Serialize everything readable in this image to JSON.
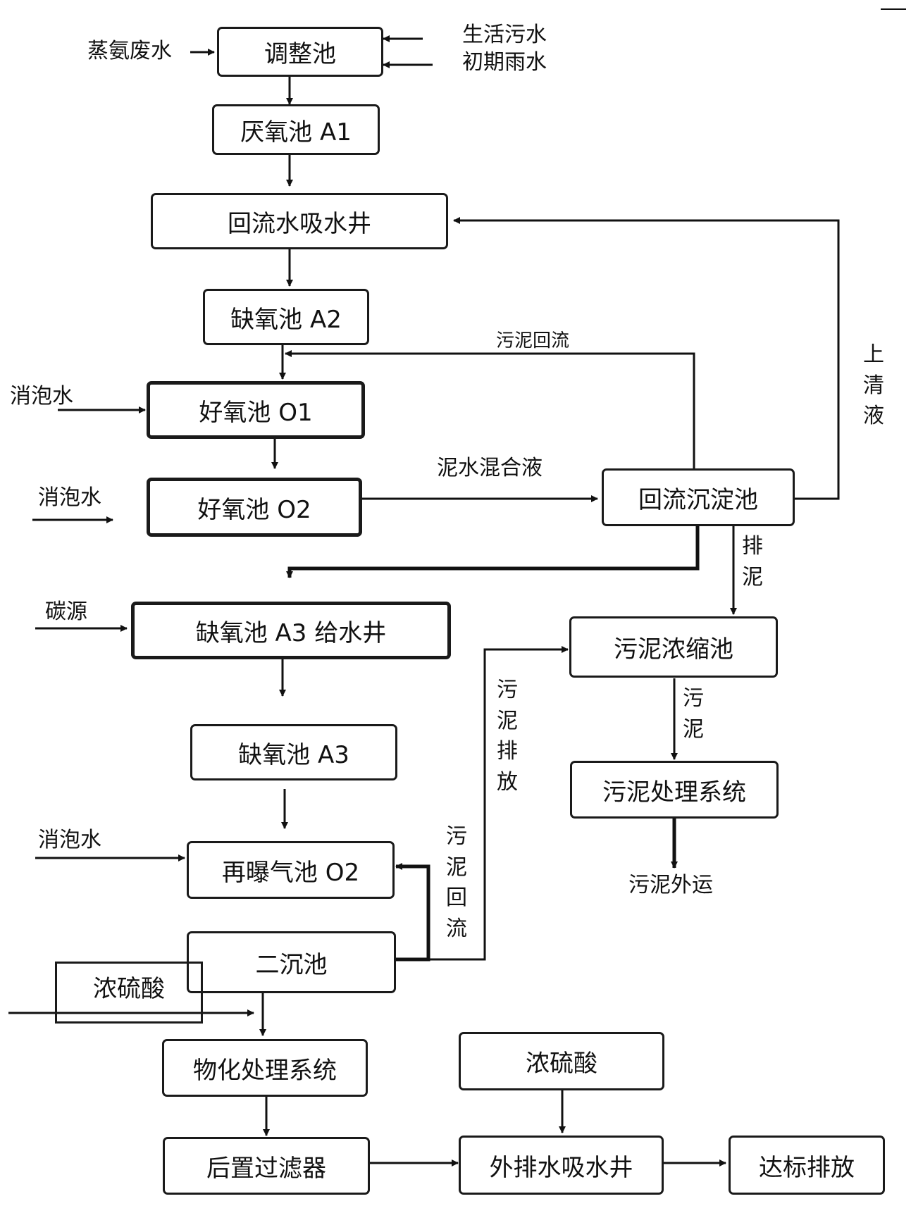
{
  "boxes": {
    "tiaozhengchi": "调整池",
    "yanyang_a1": "厌氧池 A1",
    "huiliu_xishuijing": "回流水吸水井",
    "queyang_a2": "缺氧池 A2",
    "haoyang_o1": "好氧池 O1",
    "haoyang_o2": "好氧池 O2",
    "huiliu_chendian": "回流沉淀池",
    "queyang_a3_geishui": "缺氧池 A3 给水井",
    "queyang_a3": "缺氧池 A3",
    "zaipuqi_o2": "再曝气池 O2",
    "erchen": "二沉池",
    "nongliusuan_1": "浓硫酸",
    "wuhua": "物化处理系统",
    "houzhi_lvqi": "后置过滤器",
    "nongliusuan_2": "浓硫酸",
    "waipai_xishuijing": "外排水吸水井",
    "dabiao": "达标排放",
    "wuni_nongsuo": "污泥浓缩池",
    "wuni_chuli": "污泥处理系统"
  },
  "labels": {
    "zhenganfeishui": "蒸氨废水",
    "shenghuowushui": "生活污水",
    "chuqiyushui": "初期雨水",
    "wunihuiliu_top": "污泥回流",
    "shangqingye": "上清液",
    "xiaopaoshui_1": "消泡水",
    "nishuihunheye": "泥水混合液",
    "xiaopaoshui_2": "消泡水",
    "paini": "排泥",
    "tanyuan": "碳源",
    "wunipaifang": "污泥排放",
    "wuni_mid": "污泥",
    "xiaopaoshui_3": "消泡水",
    "wunihuiliu_side": "污泥回流",
    "wuniwaiyun": "污泥外运"
  }
}
